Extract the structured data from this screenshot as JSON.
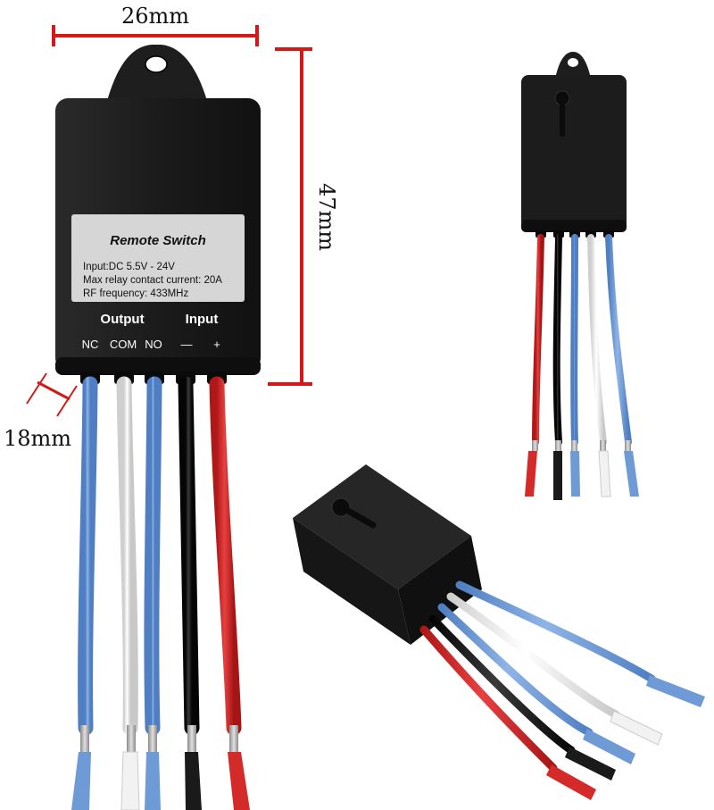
{
  "dimensions": {
    "width": "26mm",
    "height": "47mm",
    "depth": "18mm"
  },
  "label": {
    "title": "Remote Switch",
    "spec_input": "Input:DC 5.5V - 24V",
    "spec_current": "Max relay contact current: 20A",
    "spec_rf": "RF frequency:  433MHz"
  },
  "terminals": {
    "output_heading": "Output",
    "input_heading": "Input",
    "nc": "NC",
    "com": "COM",
    "no": "NO",
    "minus": "—",
    "plus": "+"
  },
  "colors": {
    "housing": "#1c1c1c",
    "label_bg": "#d6d6d6",
    "dimension_line": "#d11a1a",
    "wire_blue": "#6e9ad6",
    "wire_white": "#f2f2f2",
    "wire_black": "#1a1a1a",
    "wire_red": "#d42a2a",
    "copper": "#b8b8b8"
  }
}
